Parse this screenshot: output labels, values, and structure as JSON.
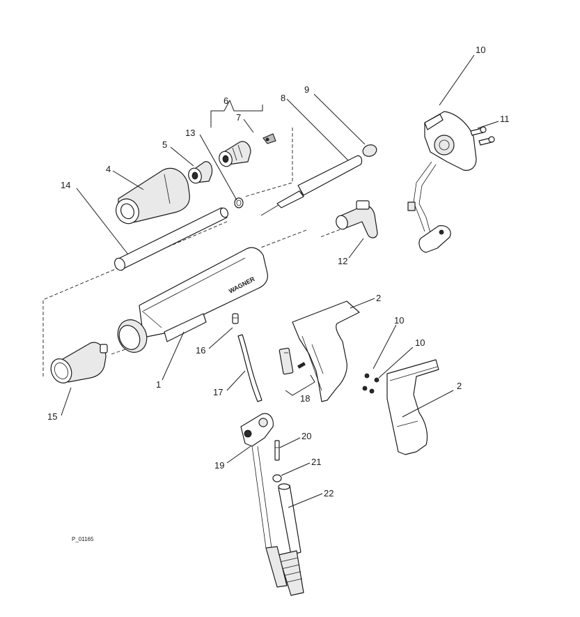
{
  "drawing": {
    "reference": "P_01165",
    "brand_mark": "WAGNER",
    "callouts": [
      {
        "id": "c1",
        "label": "1"
      },
      {
        "id": "c2a",
        "label": "2"
      },
      {
        "id": "c2b",
        "label": "2"
      },
      {
        "id": "c4",
        "label": "4"
      },
      {
        "id": "c5",
        "label": "5"
      },
      {
        "id": "c6",
        "label": "6"
      },
      {
        "id": "c7",
        "label": "7"
      },
      {
        "id": "c8",
        "label": "8"
      },
      {
        "id": "c9",
        "label": "9"
      },
      {
        "id": "c10a",
        "label": "10"
      },
      {
        "id": "c10b",
        "label": "10"
      },
      {
        "id": "c10c",
        "label": "10"
      },
      {
        "id": "c11",
        "label": "11"
      },
      {
        "id": "c12",
        "label": "12"
      },
      {
        "id": "c13",
        "label": "13"
      },
      {
        "id": "c14",
        "label": "14"
      },
      {
        "id": "c15",
        "label": "15"
      },
      {
        "id": "c16",
        "label": "16"
      },
      {
        "id": "c17",
        "label": "17"
      },
      {
        "id": "c18",
        "label": "18"
      },
      {
        "id": "c19",
        "label": "19"
      },
      {
        "id": "c20",
        "label": "20"
      },
      {
        "id": "c21",
        "label": "21"
      },
      {
        "id": "c22",
        "label": "22"
      }
    ]
  }
}
